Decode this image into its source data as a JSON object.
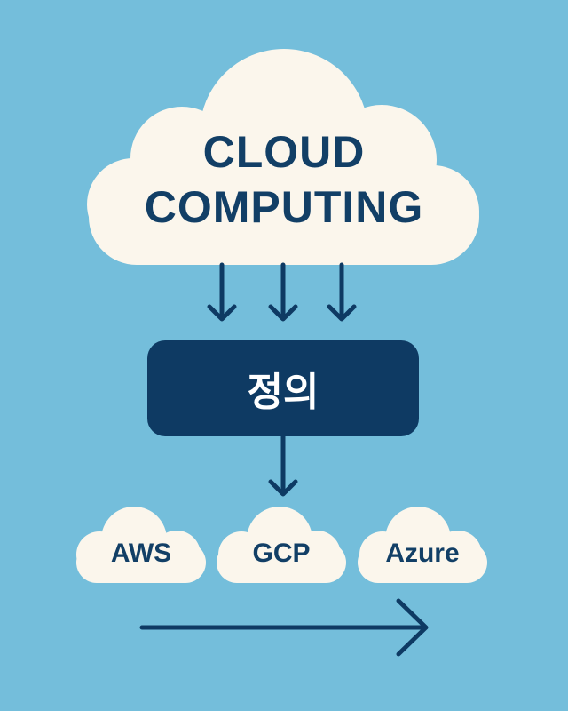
{
  "colors": {
    "background": "#74BEDB",
    "cloud_fill": "#FBF6EC",
    "navy": "#0E3A63",
    "text_dark": "#123F66",
    "text_light": "#FFFFFF"
  },
  "main_cloud": {
    "line1": "CLOUD",
    "line2": "COMPUTING"
  },
  "definition_box": {
    "label": "정의"
  },
  "providers": [
    {
      "label": "AWS"
    },
    {
      "label": "GCP"
    },
    {
      "label": "Azure"
    }
  ]
}
